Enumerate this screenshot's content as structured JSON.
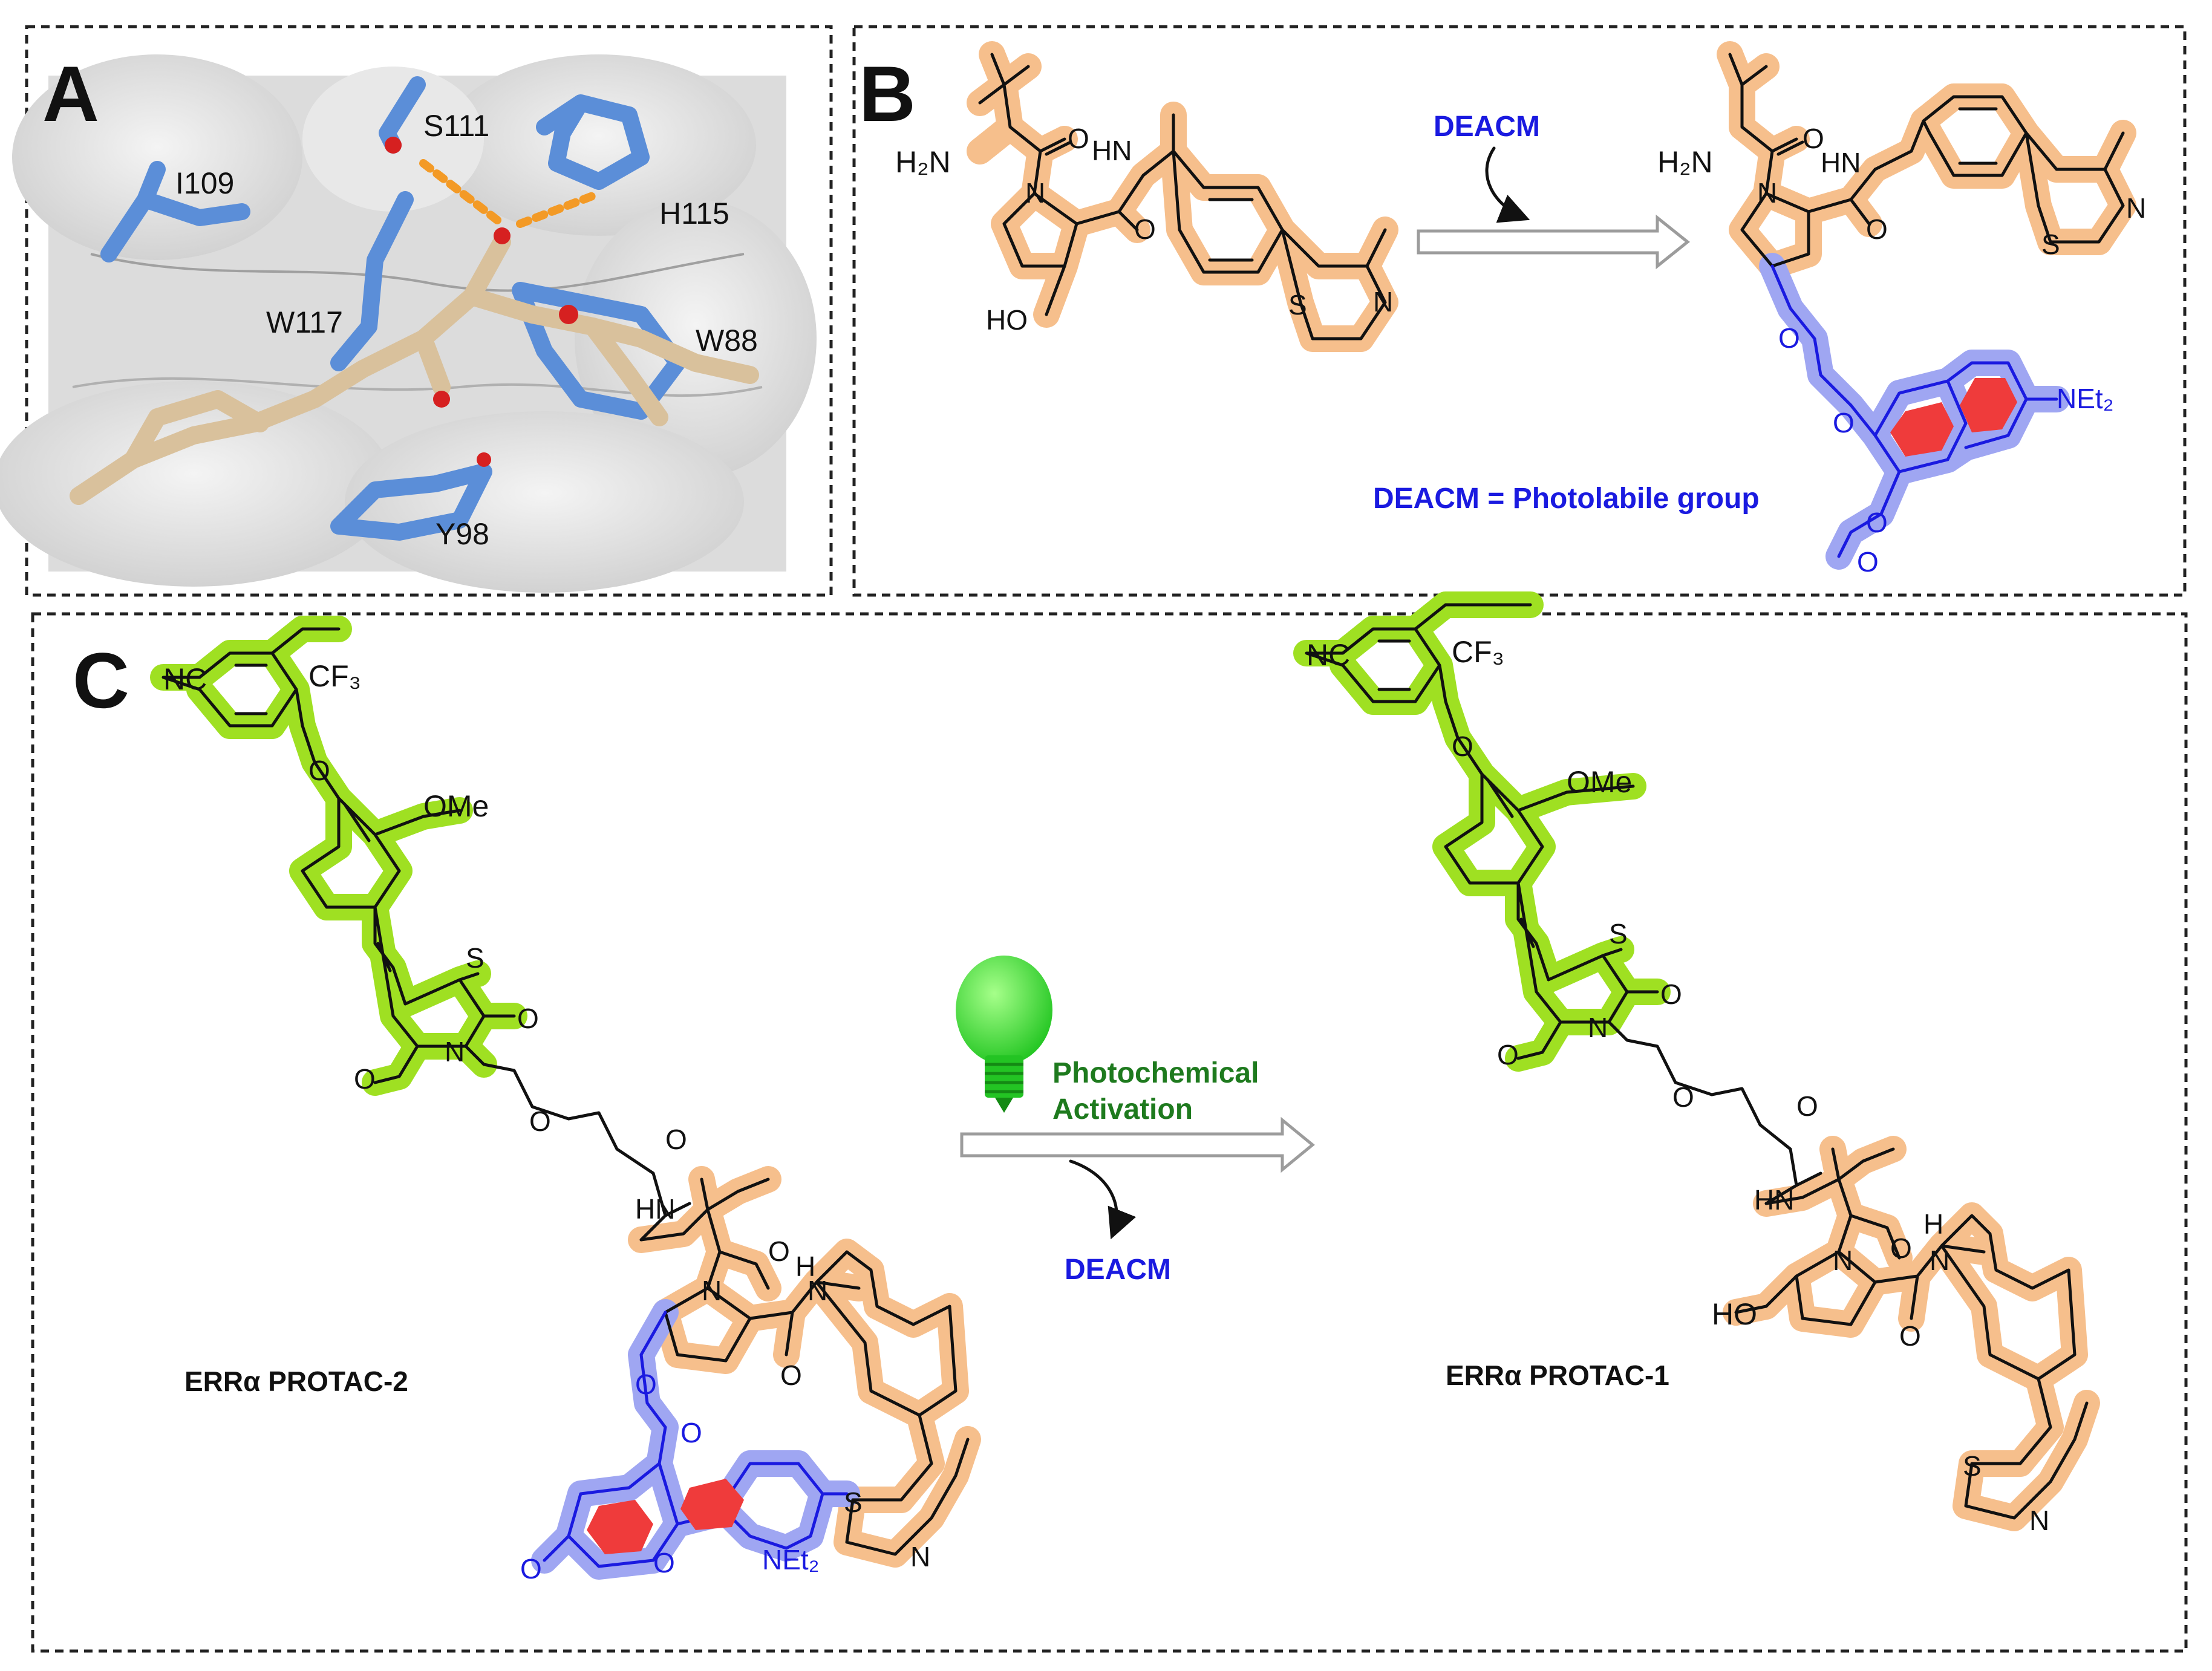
{
  "panels": {
    "a": {
      "letter": "A",
      "residues": [
        "S111",
        "I109",
        "H115",
        "W117",
        "W88",
        "Y98"
      ]
    },
    "b": {
      "letter": "B",
      "reagent": "DEACM",
      "legend": "DEACM = Photolabile group",
      "atoms": {
        "h2n": "H₂N",
        "o": "O",
        "n": "N",
        "hn": "HN",
        "ho": "HO",
        "s": "S",
        "net2": "NEt₂"
      }
    },
    "c": {
      "letter": "C",
      "condition_line1": "Photochemical",
      "condition_line2": "Activation",
      "byproduct": "DEACM",
      "left_compound": "ERRα PROTAC-2",
      "right_compound": "ERRα PROTAC-1",
      "atoms": {
        "nc": "NC",
        "cf3": "CF₃",
        "ome": "OMe",
        "o": "O",
        "s": "S",
        "n": "N",
        "hn": "HN",
        "h": "H",
        "ho": "HO",
        "net2": "NEt₂"
      }
    }
  },
  "colors": {
    "vhl_ligand_highlight": "#f6bf8c",
    "err_ligand_highlight": "#9fe022",
    "photocage_highlight": "#9fa6f2",
    "aromatic_fill": "#ef3b3b",
    "blue_text": "#1a1ae0",
    "green_text": "#1e7a1e",
    "protein_sticks": "#5b8ed8",
    "ligand_sticks": "#d9c19c",
    "hbond": "#f39a26",
    "bulb": "#35e035"
  },
  "icons": [
    "light-bulb-icon",
    "reaction-arrow-icon",
    "curved-arrow-icon"
  ]
}
